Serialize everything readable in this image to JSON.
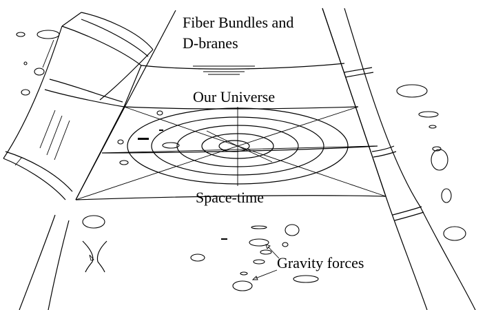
{
  "labels": {
    "fiber_line1": "Fiber Bundles and",
    "fiber_line2": "D-branes",
    "our_universe": "Our Universe",
    "space_time": "Space-time",
    "gravity_forces": "Gravity forces"
  },
  "colors": {
    "ink": "#000000",
    "paper": "#ffffff"
  }
}
